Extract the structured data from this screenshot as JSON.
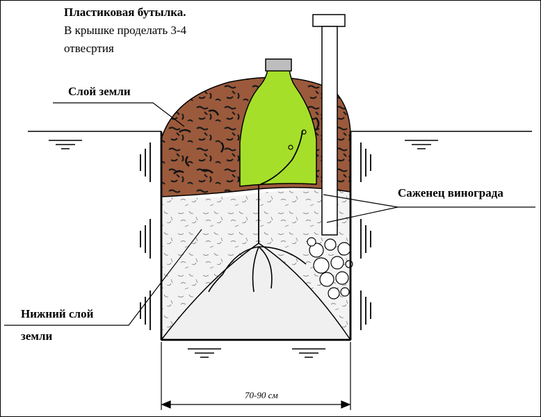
{
  "labels": {
    "bottle_title": "Пластиковая бутылка.",
    "bottle_note_line1": "В крышке проделать 3-4",
    "bottle_note_line2": "отвесртия",
    "soil_layer": "Слой земли",
    "seedling": "Саженец винограда",
    "lower_layer_line1": "Нижний слой",
    "lower_layer_line2": "земли",
    "width_dimension": "70-90 см"
  },
  "colors": {
    "soil": "#9b5a3c",
    "soil_stroke": "#1a1a1a",
    "bottle": "#a6df2a",
    "bottle_cap": "#bdbdbd",
    "lower_fill": "#f2f2f2",
    "line": "#000000"
  }
}
